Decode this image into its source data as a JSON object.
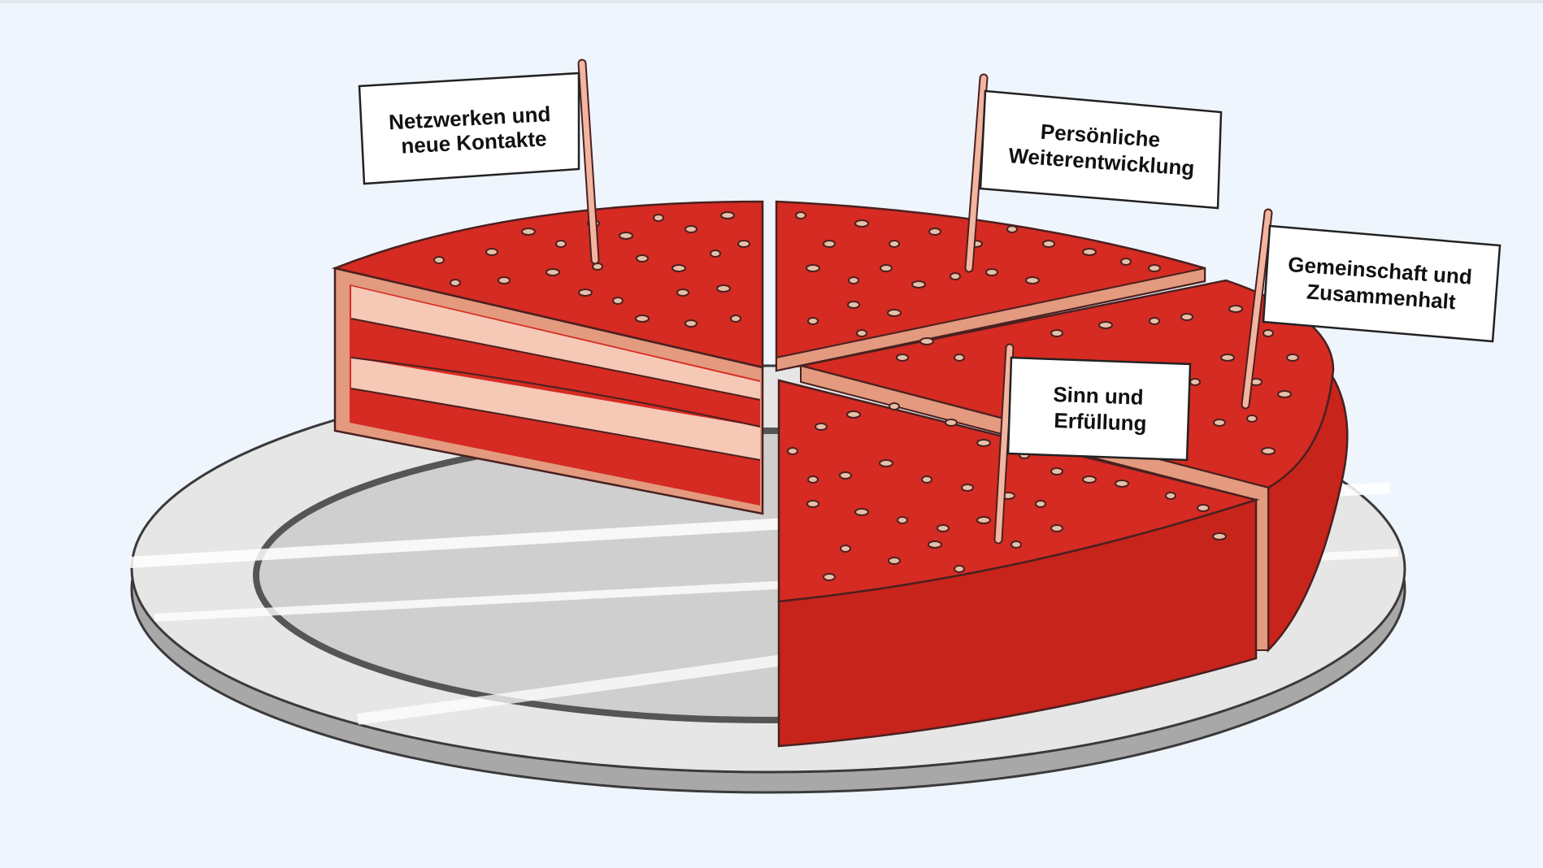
{
  "flags": [
    {
      "id": "networking",
      "line1": "Netzwerken und",
      "line2": "neue Kontakte"
    },
    {
      "id": "growth",
      "line1": "Persönliche",
      "line2": "Weiterentwicklung"
    },
    {
      "id": "community",
      "line1": "Gemeinschaft und",
      "line2": "Zusammenhalt"
    },
    {
      "id": "purpose",
      "line1": "Sinn und",
      "line2": "Erfüllung"
    }
  ],
  "colors": {
    "background": "#eff5fd",
    "cake_red": "#d52b22",
    "cake_side_dark": "#b82019",
    "cream": "#f6c8b6",
    "crust": "#e39a7f",
    "plate_light": "#e8e8e8",
    "plate_inner": "#d2d2d2",
    "plate_rim": "#bdbdbd",
    "outline": "#4a2020",
    "flag_paper": "#ffffff",
    "stick": "#f2b5a0"
  }
}
